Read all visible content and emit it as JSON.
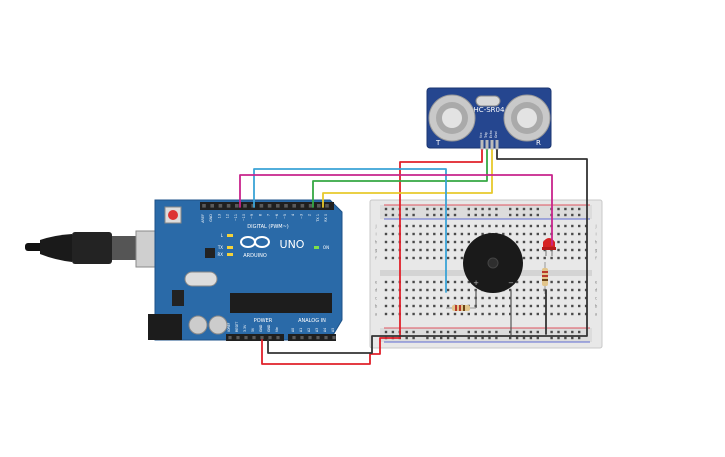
{
  "sensor": {
    "model": "HC-SR04",
    "corner_left": "T",
    "corner_right": "R",
    "pins": [
      "Vcc",
      "Trig",
      "Echo",
      "Gnd"
    ]
  },
  "arduino": {
    "brand": "ARDUINO",
    "model": "UNO",
    "digital_header": "DIGITAL (PWM~)",
    "power_header": "POWER",
    "analog_header": "ANALOG IN",
    "on_label": "ON",
    "led_labels": [
      "L",
      "TX",
      "RX"
    ],
    "digital_pins": [
      "AREF",
      "GND",
      "13",
      "12",
      "~11",
      "~10",
      "~9",
      "8",
      "7",
      "~6",
      "~5",
      "4",
      "~3",
      "2",
      "TX 1",
      "RX 0"
    ],
    "power_pins": [
      "IOREF",
      "RESET",
      "3.3V",
      "5V",
      "GND",
      "GND",
      "Vin"
    ],
    "analog_pins": [
      "A0",
      "A1",
      "A2",
      "A3",
      "A4",
      "A5"
    ]
  },
  "breadboard": {
    "row_letters": [
      "a",
      "b",
      "c",
      "d",
      "e",
      "f",
      "g",
      "h",
      "i",
      "j"
    ]
  },
  "buzzer": {
    "plus": "+",
    "minus": "−"
  },
  "colors": {
    "wire_red": "#e0202a",
    "wire_black": "#333333",
    "wire_magenta": "#c8248c",
    "wire_cyan": "#3aa3d6",
    "wire_green": "#35a843",
    "wire_yellow": "#e7c92c",
    "arduino_blue": "#2a6aa8",
    "sensor_blue": "#25468f"
  }
}
